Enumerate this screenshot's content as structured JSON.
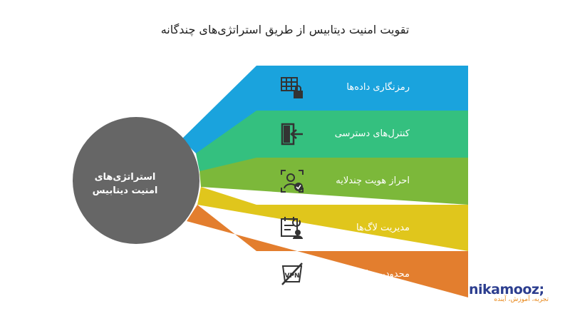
{
  "title": "تقویت امنیت دیتابیس از طریق استراتژی‌های چندگانه",
  "hub": {
    "label": "استراتژی‌های امنیت دیتابیس",
    "color": "#666666"
  },
  "bands": [
    {
      "label": "رمزنگاری داده‌ها",
      "color": "#1aa3dd",
      "icon": "encrypted-table-lock-icon"
    },
    {
      "label": "کنترل‌های دسترسی",
      "color": "#34c07f",
      "icon": "door-enter-icon"
    },
    {
      "label": "احراز هویت چندلایه",
      "color": "#7cb83a",
      "icon": "face-verified-icon"
    },
    {
      "label": "مدیریت لاگ‌ها",
      "color": "#e0c61c",
      "icon": "log-clipboard-icon"
    },
    {
      "label": "محدودیت‌های شبکه‌ای",
      "color": "#e37e2e",
      "icon": "vpn-blocked-icon"
    }
  ],
  "brand": {
    "name": "nikamooz",
    "suffix": ";",
    "tagline": "تجربه، آموزش، آینده",
    "color": "#2c3e8f",
    "accent": "#e8891e"
  }
}
